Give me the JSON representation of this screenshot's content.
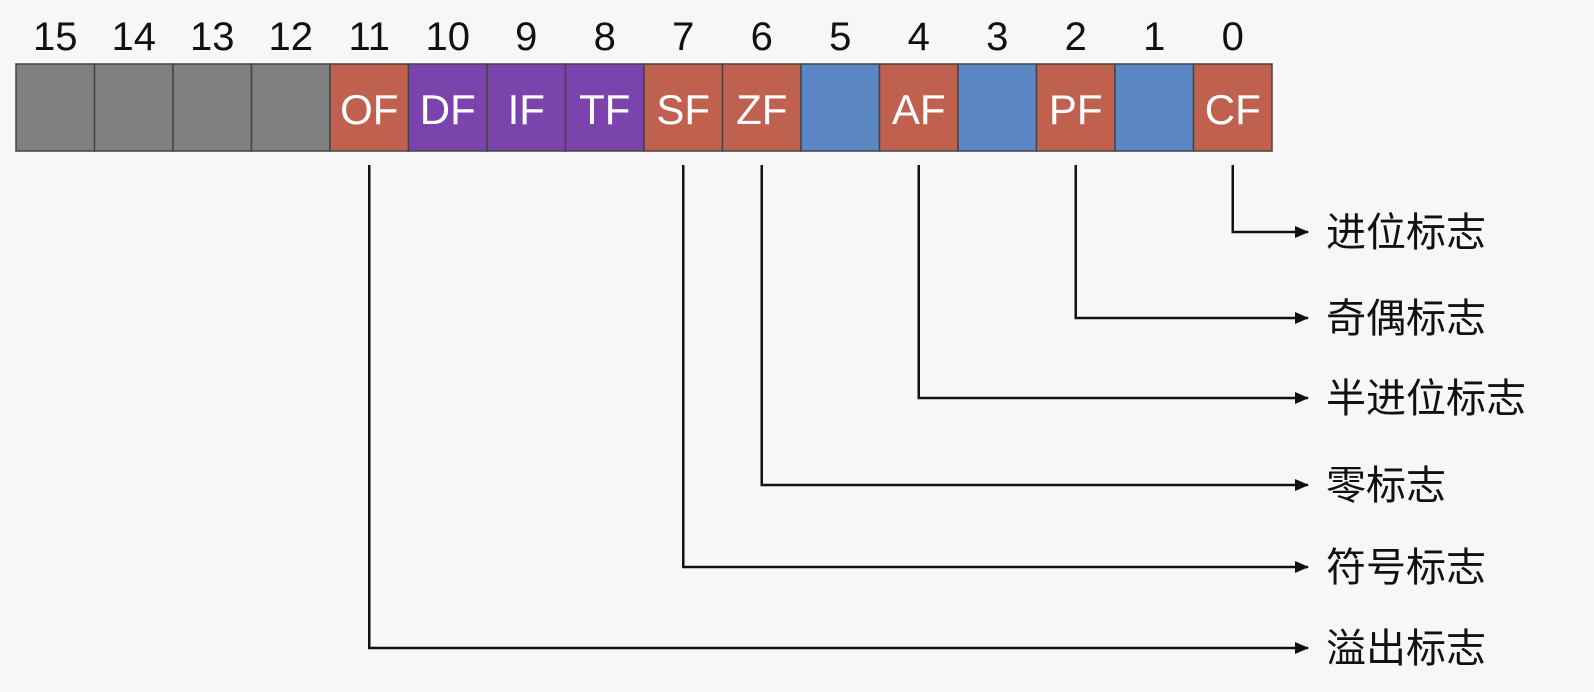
{
  "register": {
    "bits": [
      {
        "num": "15",
        "flag": "",
        "color": "#808080"
      },
      {
        "num": "14",
        "flag": "",
        "color": "#808080"
      },
      {
        "num": "13",
        "flag": "",
        "color": "#808080"
      },
      {
        "num": "12",
        "flag": "",
        "color": "#808080"
      },
      {
        "num": "11",
        "flag": "OF",
        "color": "#c0604f"
      },
      {
        "num": "10",
        "flag": "DF",
        "color": "#7b44ad"
      },
      {
        "num": "9",
        "flag": "IF",
        "color": "#7b44ad"
      },
      {
        "num": "8",
        "flag": "TF",
        "color": "#7b44ad"
      },
      {
        "num": "7",
        "flag": "SF",
        "color": "#c0604f"
      },
      {
        "num": "6",
        "flag": "ZF",
        "color": "#c0604f"
      },
      {
        "num": "5",
        "flag": "",
        "color": "#5b87c4"
      },
      {
        "num": "4",
        "flag": "AF",
        "color": "#c0604f"
      },
      {
        "num": "3",
        "flag": "",
        "color": "#5b87c4"
      },
      {
        "num": "2",
        "flag": "PF",
        "color": "#c0604f"
      },
      {
        "num": "1",
        "flag": "",
        "color": "#5b87c4"
      },
      {
        "num": "0",
        "flag": "CF",
        "color": "#c0604f"
      }
    ]
  },
  "descriptions": [
    {
      "bit": "0",
      "label": "进位标志"
    },
    {
      "bit": "2",
      "label": "奇偶标志"
    },
    {
      "bit": "4",
      "label": "半进位标志"
    },
    {
      "bit": "6",
      "label": "零标志"
    },
    {
      "bit": "7",
      "label": "符号标志"
    },
    {
      "bit": "11",
      "label": "溢出标志"
    }
  ]
}
